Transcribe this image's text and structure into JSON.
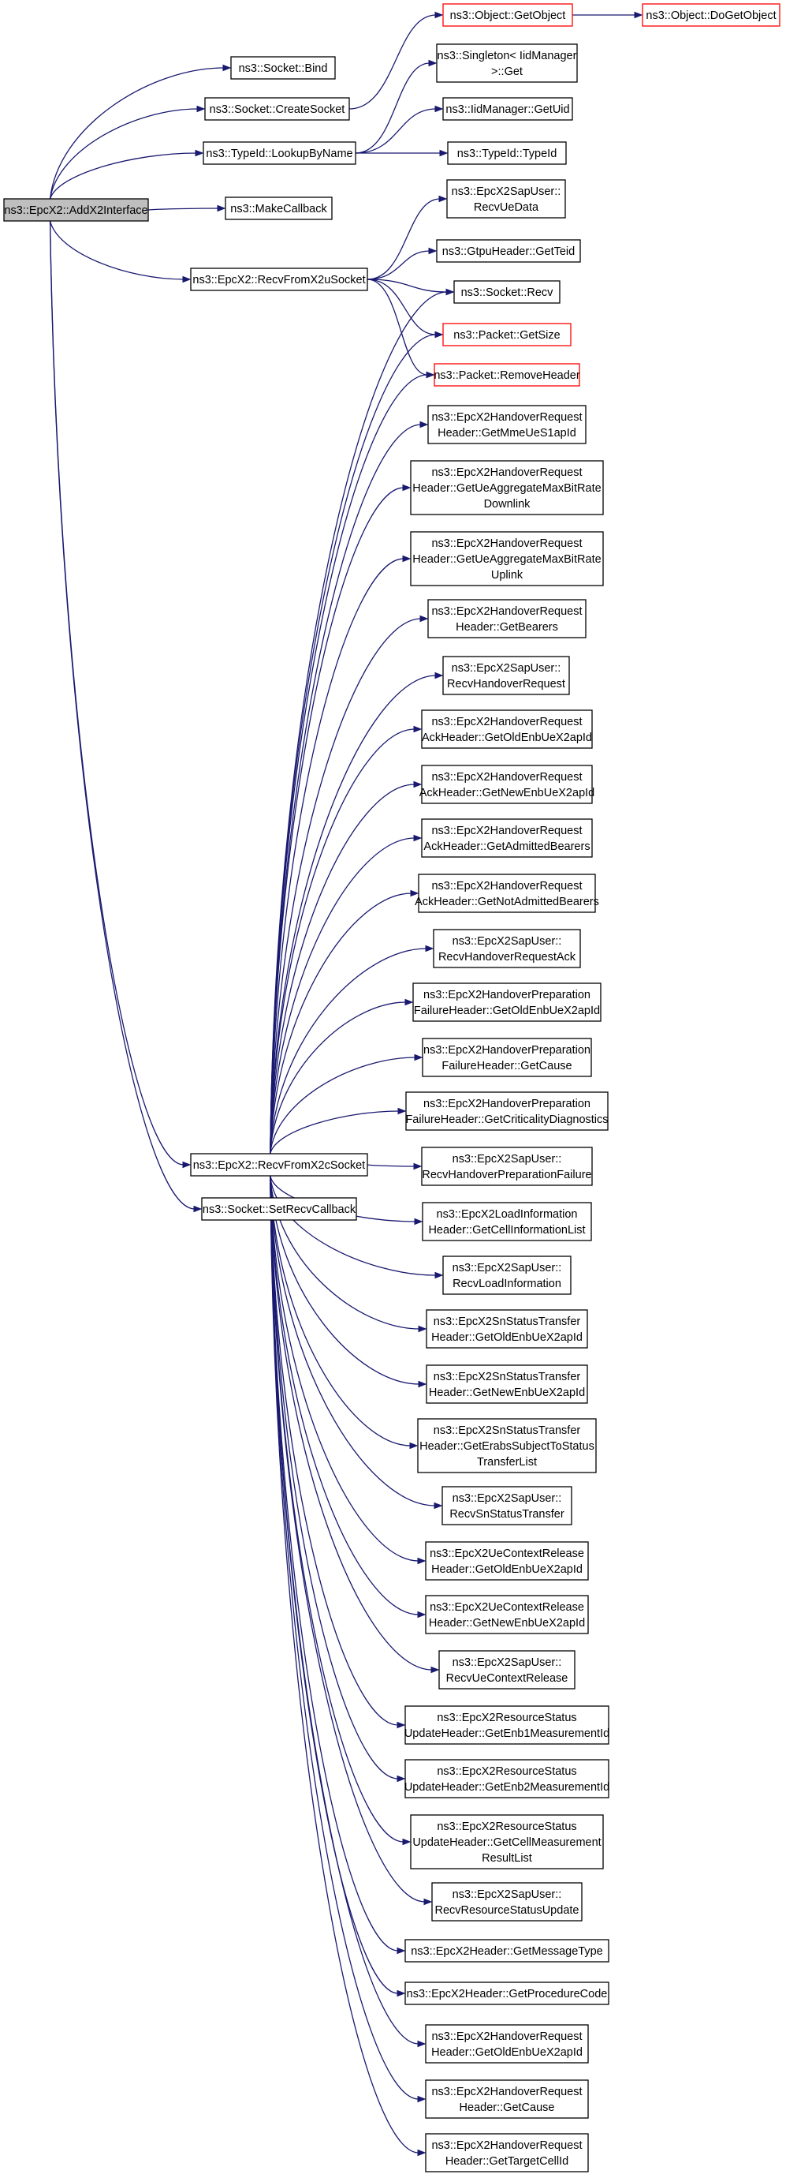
{
  "graph": {
    "nodes": [
      {
        "id": "root",
        "lines": [
          "ns3::EpcX2::AddX2Interface"
        ],
        "style": "root"
      },
      {
        "id": "bind",
        "lines": [
          "ns3::Socket::Bind"
        ]
      },
      {
        "id": "createsocket",
        "lines": [
          "ns3::Socket::CreateSocket"
        ]
      },
      {
        "id": "lookupbyname",
        "lines": [
          "ns3::TypeId::LookupByName"
        ]
      },
      {
        "id": "makecallback",
        "lines": [
          "ns3::MakeCallback"
        ]
      },
      {
        "id": "recvx2u",
        "lines": [
          "ns3::EpcX2::RecvFromX2uSocket"
        ]
      },
      {
        "id": "recvx2c",
        "lines": [
          "ns3::EpcX2::RecvFromX2cSocket"
        ]
      },
      {
        "id": "setrecvcallback",
        "lines": [
          "ns3::Socket::SetRecvCallback"
        ]
      },
      {
        "id": "getobject",
        "lines": [
          "ns3::Object::GetObject"
        ],
        "style": "red"
      },
      {
        "id": "dogetobject",
        "lines": [
          "ns3::Object::DoGetObject"
        ],
        "style": "red"
      },
      {
        "id": "singleton",
        "lines": [
          "ns3::Singleton< IidManager",
          ">::Get"
        ]
      },
      {
        "id": "getuid",
        "lines": [
          "ns3::IidManager::GetUid"
        ]
      },
      {
        "id": "typeid",
        "lines": [
          "ns3::TypeId::TypeId"
        ]
      },
      {
        "id": "recvuedata",
        "lines": [
          "ns3::EpcX2SapUser::",
          "RecvUeData"
        ]
      },
      {
        "id": "getteid",
        "lines": [
          "ns3::GtpuHeader::GetTeid"
        ]
      },
      {
        "id": "socketrecv",
        "lines": [
          "ns3::Socket::Recv"
        ]
      },
      {
        "id": "getsize",
        "lines": [
          "ns3::Packet::GetSize"
        ],
        "style": "red"
      },
      {
        "id": "removeheader",
        "lines": [
          "ns3::Packet::RemoveHeader"
        ],
        "style": "red"
      },
      {
        "id": "n18",
        "lines": [
          "ns3::EpcX2HandoverRequest",
          "Header::GetMmeUeS1apId"
        ]
      },
      {
        "id": "n19",
        "lines": [
          "ns3::EpcX2HandoverRequest",
          "Header::GetUeAggregateMaxBitRate",
          "Downlink"
        ]
      },
      {
        "id": "n20",
        "lines": [
          "ns3::EpcX2HandoverRequest",
          "Header::GetUeAggregateMaxBitRate",
          "Uplink"
        ]
      },
      {
        "id": "n21",
        "lines": [
          "ns3::EpcX2HandoverRequest",
          "Header::GetBearers"
        ]
      },
      {
        "id": "n22",
        "lines": [
          "ns3::EpcX2SapUser::",
          "RecvHandoverRequest"
        ]
      },
      {
        "id": "n23",
        "lines": [
          "ns3::EpcX2HandoverRequest",
          "AckHeader::GetOldEnbUeX2apId"
        ]
      },
      {
        "id": "n24",
        "lines": [
          "ns3::EpcX2HandoverRequest",
          "AckHeader::GetNewEnbUeX2apId"
        ]
      },
      {
        "id": "n25",
        "lines": [
          "ns3::EpcX2HandoverRequest",
          "AckHeader::GetAdmittedBearers"
        ]
      },
      {
        "id": "n26",
        "lines": [
          "ns3::EpcX2HandoverRequest",
          "AckHeader::GetNotAdmittedBearers"
        ]
      },
      {
        "id": "n27",
        "lines": [
          "ns3::EpcX2SapUser::",
          "RecvHandoverRequestAck"
        ]
      },
      {
        "id": "n28",
        "lines": [
          "ns3::EpcX2HandoverPreparation",
          "FailureHeader::GetOldEnbUeX2apId"
        ]
      },
      {
        "id": "n29",
        "lines": [
          "ns3::EpcX2HandoverPreparation",
          "FailureHeader::GetCause"
        ]
      },
      {
        "id": "n30",
        "lines": [
          "ns3::EpcX2HandoverPreparation",
          "FailureHeader::GetCriticalityDiagnostics"
        ]
      },
      {
        "id": "n31",
        "lines": [
          "ns3::EpcX2SapUser::",
          "RecvHandoverPreparationFailure"
        ]
      },
      {
        "id": "n32",
        "lines": [
          "ns3::EpcX2LoadInformation",
          "Header::GetCellInformationList"
        ]
      },
      {
        "id": "n33",
        "lines": [
          "ns3::EpcX2SapUser::",
          "RecvLoadInformation"
        ]
      },
      {
        "id": "n34",
        "lines": [
          "ns3::EpcX2SnStatusTransfer",
          "Header::GetOldEnbUeX2apId"
        ]
      },
      {
        "id": "n35",
        "lines": [
          "ns3::EpcX2SnStatusTransfer",
          "Header::GetNewEnbUeX2apId"
        ]
      },
      {
        "id": "n36",
        "lines": [
          "ns3::EpcX2SnStatusTransfer",
          "Header::GetErabsSubjectToStatus",
          "TransferList"
        ]
      },
      {
        "id": "n37",
        "lines": [
          "ns3::EpcX2SapUser::",
          "RecvSnStatusTransfer"
        ]
      },
      {
        "id": "n38",
        "lines": [
          "ns3::EpcX2UeContextRelease",
          "Header::GetOldEnbUeX2apId"
        ]
      },
      {
        "id": "n39",
        "lines": [
          "ns3::EpcX2UeContextRelease",
          "Header::GetNewEnbUeX2apId"
        ]
      },
      {
        "id": "n40",
        "lines": [
          "ns3::EpcX2SapUser::",
          "RecvUeContextRelease"
        ]
      },
      {
        "id": "n41",
        "lines": [
          "ns3::EpcX2ResourceStatus",
          "UpdateHeader::GetEnb1MeasurementId"
        ]
      },
      {
        "id": "n42",
        "lines": [
          "ns3::EpcX2ResourceStatus",
          "UpdateHeader::GetEnb2MeasurementId"
        ]
      },
      {
        "id": "n43",
        "lines": [
          "ns3::EpcX2ResourceStatus",
          "UpdateHeader::GetCellMeasurement",
          "ResultList"
        ]
      },
      {
        "id": "n44",
        "lines": [
          "ns3::EpcX2SapUser::",
          "RecvResourceStatusUpdate"
        ]
      },
      {
        "id": "n45",
        "lines": [
          "ns3::EpcX2Header::GetMessageType"
        ]
      },
      {
        "id": "n46",
        "lines": [
          "ns3::EpcX2Header::GetProcedureCode"
        ]
      },
      {
        "id": "n47",
        "lines": [
          "ns3::EpcX2HandoverRequest",
          "Header::GetOldEnbUeX2apId"
        ]
      },
      {
        "id": "n48",
        "lines": [
          "ns3::EpcX2HandoverRequest",
          "Header::GetCause"
        ]
      },
      {
        "id": "n49",
        "lines": [
          "ns3::EpcX2HandoverRequest",
          "Header::GetTargetCellId"
        ]
      }
    ]
  }
}
